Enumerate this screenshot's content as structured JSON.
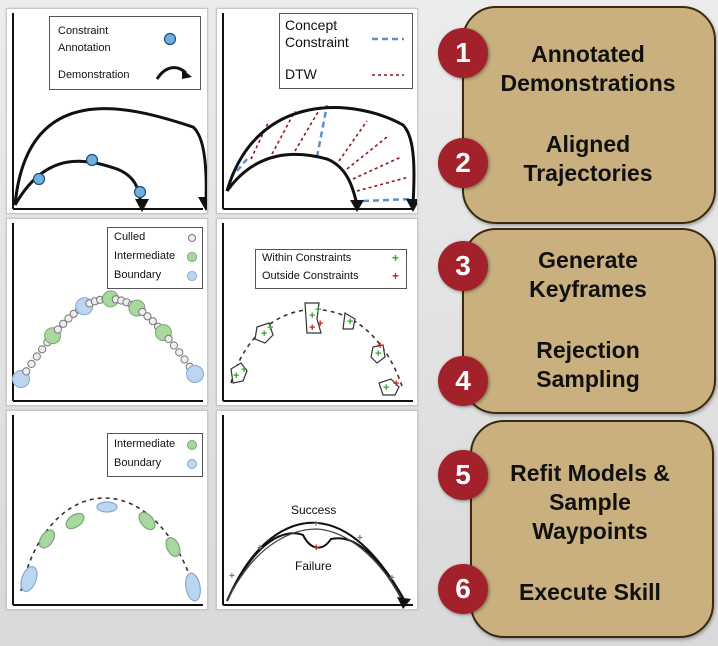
{
  "panels": {
    "p1": {
      "legend": {
        "annotation": "Constraint Annotation",
        "demonstration": "Demonstration"
      }
    },
    "p2": {
      "legend": {
        "concept": "Concept Constraint",
        "dtw": "DTW"
      }
    },
    "p3": {
      "legend": {
        "culled": "Culled",
        "intermediate": "Intermediate",
        "boundary": "Boundary"
      }
    },
    "p4": {
      "legend": {
        "within": "Within Constraints",
        "outside": "Outside Constraints"
      }
    },
    "p5": {
      "legend": {
        "intermediate": "Intermediate",
        "boundary": "Boundary"
      }
    },
    "p6": {
      "success": "Success",
      "failure": "Failure"
    }
  },
  "steps": [
    {
      "number": "1",
      "label": "Annotated Demonstrations"
    },
    {
      "number": "2",
      "label": "Aligned Trajectories"
    },
    {
      "number": "3",
      "label": "Generate Keyframes"
    },
    {
      "number": "4",
      "label": "Rejection Sampling"
    },
    {
      "number": "5",
      "label": "Refit Models & Sample Waypoints"
    },
    {
      "number": "6",
      "label": "Execute Skill"
    }
  ],
  "colors": {
    "step_box": "#c9b07e",
    "badge": "#a3212b",
    "constraint_point": "#6fb0e0",
    "intermediate": "#a8d8a0",
    "boundary": "#bcd6f2",
    "concept_line": "#5b8fd0",
    "dtw_line": "#8b1a1a",
    "within": "#3aa03a",
    "outside": "#cc2020"
  }
}
